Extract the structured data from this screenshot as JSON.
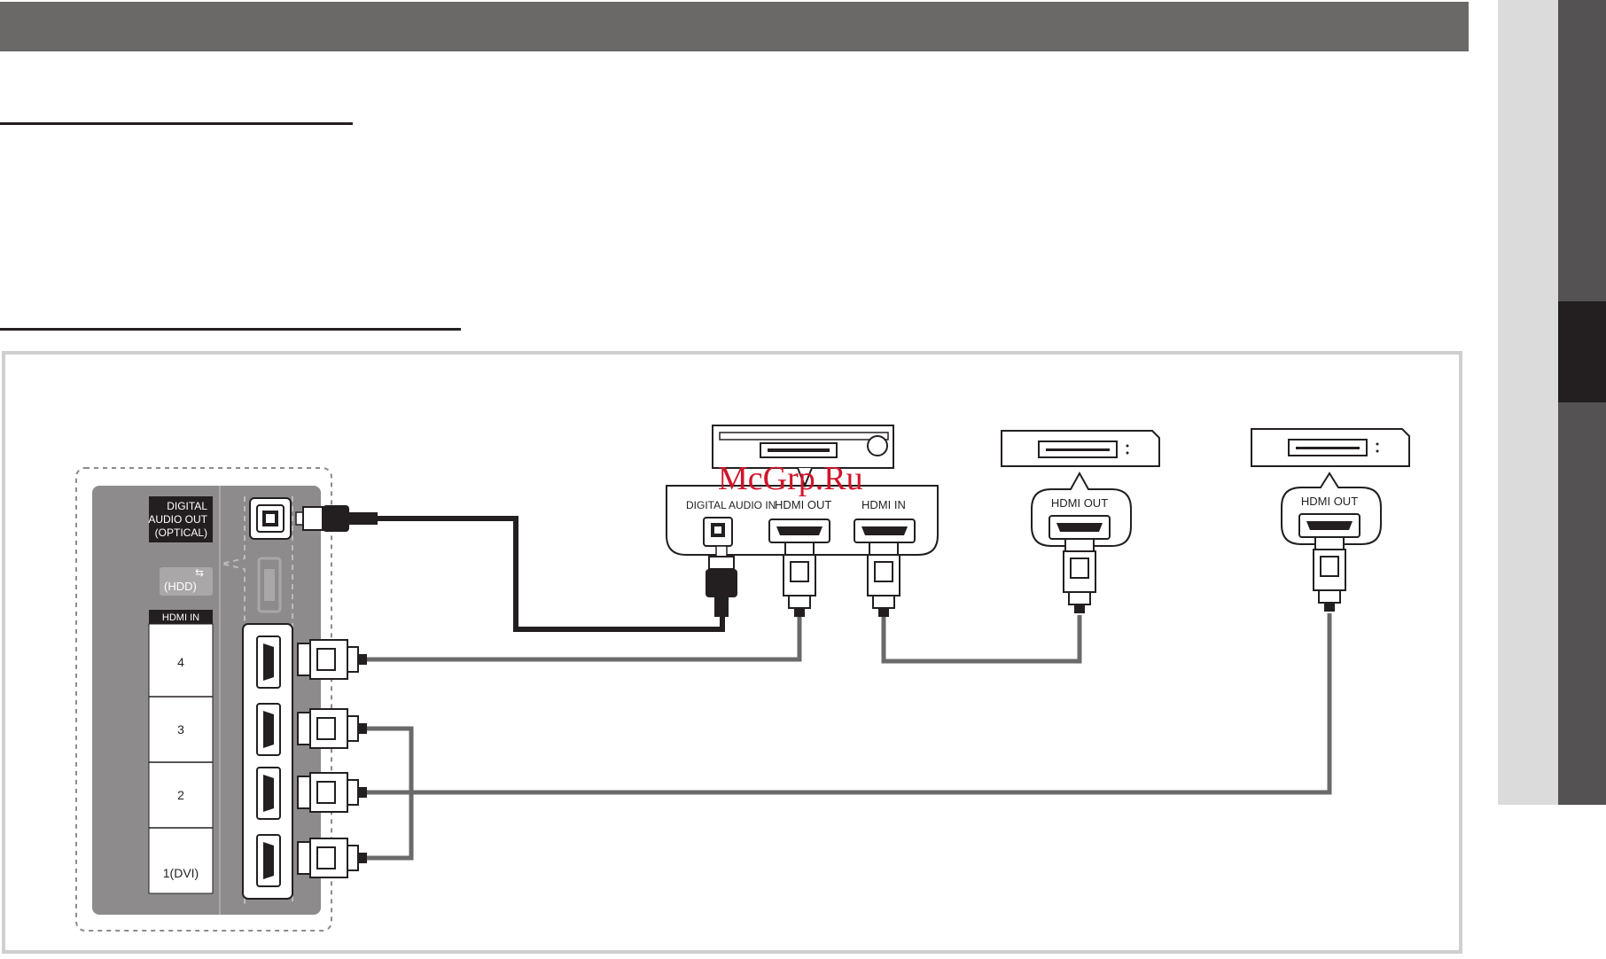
{
  "colors": {
    "header_bar": "#6b6868",
    "rule": "#231f20",
    "side_tab_light": "#dcdbdb",
    "side_tab_dark": "#545253",
    "side_tab_active": "#231f20",
    "tv_panel": "#8d8b8b",
    "cable_gray": "#6b6a6a",
    "cable_black": "#231f20",
    "watermark": "#d0152b"
  },
  "tv_panel": {
    "optical_label_lines": [
      "DIGITAL",
      "AUDIO OUT",
      "(OPTICAL)"
    ],
    "usb_label": "(HDD)",
    "hdmi_in_header": "HDMI IN",
    "hdmi_ports": [
      "4",
      "3",
      "2",
      "1(DVI)"
    ]
  },
  "av_receiver": {
    "ports": {
      "digital_audio_in": "DIGITAL AUDIO IN",
      "hdmi_out": "HDMI OUT",
      "hdmi_in": "HDMI IN"
    }
  },
  "device_2": {
    "port_label": "HDMI OUT"
  },
  "device_3": {
    "port_label": "HDMI OUT"
  },
  "watermark_text": "McGrp.Ru"
}
